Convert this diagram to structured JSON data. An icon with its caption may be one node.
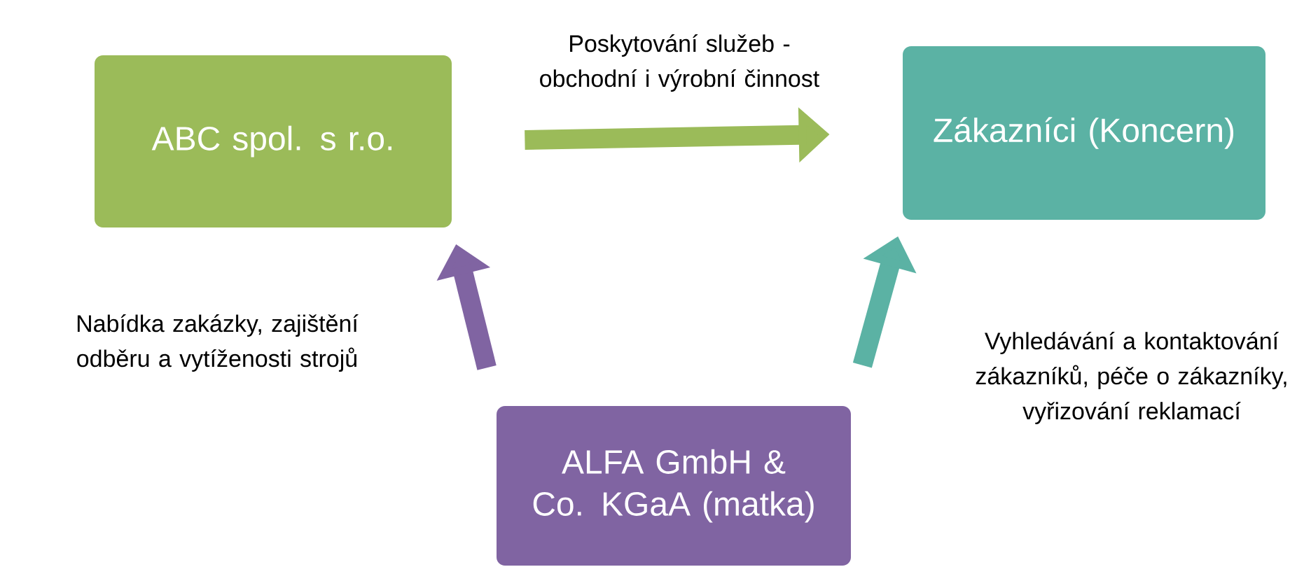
{
  "diagram": {
    "nodes": [
      {
        "text": [
          "ABC spol. s r.o."
        ]
      },
      {
        "text": [
          "Zákazníci (Koncern)"
        ]
      },
      {
        "text": [
          "ALFA GmbH & Co. KGaA (matka)"
        ]
      }
    ],
    "edges": [
      {
        "from": 0,
        "to": 1,
        "arrow": "to",
        "label": "Poskytování služeb - obchodní i výrobní činnost",
        "color": "#9bbb59"
      },
      {
        "from": 2,
        "to": 0,
        "arrow": "to",
        "label": "Nabídka zakázky, zajištění odběru a vytíženosti strojů",
        "color": "#8064a2"
      },
      {
        "from": 2,
        "to": 1,
        "arrow": "to",
        "label": "Vyhledávání a kontaktování zákazníků, péče o zákazníky, vyřizování reklamací",
        "color": "#5bb2a4"
      }
    ]
  }
}
